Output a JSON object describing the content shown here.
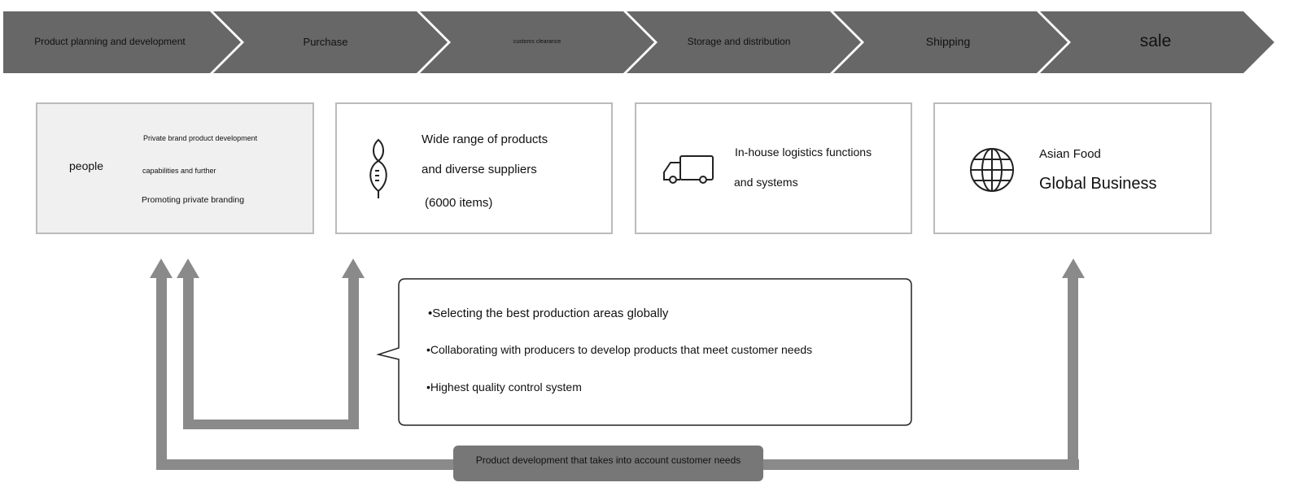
{
  "stages": [
    "Product planning and development",
    "Purchase",
    "customs clearance",
    "Storage and distribution",
    "Shipping",
    "sale"
  ],
  "boxes": {
    "people": {
      "label": "people",
      "lines": [
        "Private brand product development",
        "capabilities and further",
        "Promoting private branding"
      ]
    },
    "products": {
      "lines": [
        "Wide range of products",
        "and diverse suppliers",
        "(6000 items)"
      ]
    },
    "logistics": {
      "lines": [
        "In-house logistics functions",
        "and systems"
      ]
    },
    "global": {
      "lines": [
        "Asian Food",
        "Global Business"
      ]
    }
  },
  "callout": [
    "•Selecting the best production areas globally",
    "•Collaborating with producers to develop products that meet customer needs",
    "•Highest quality control system"
  ],
  "feedback_label": "Product development that takes into account customer needs"
}
